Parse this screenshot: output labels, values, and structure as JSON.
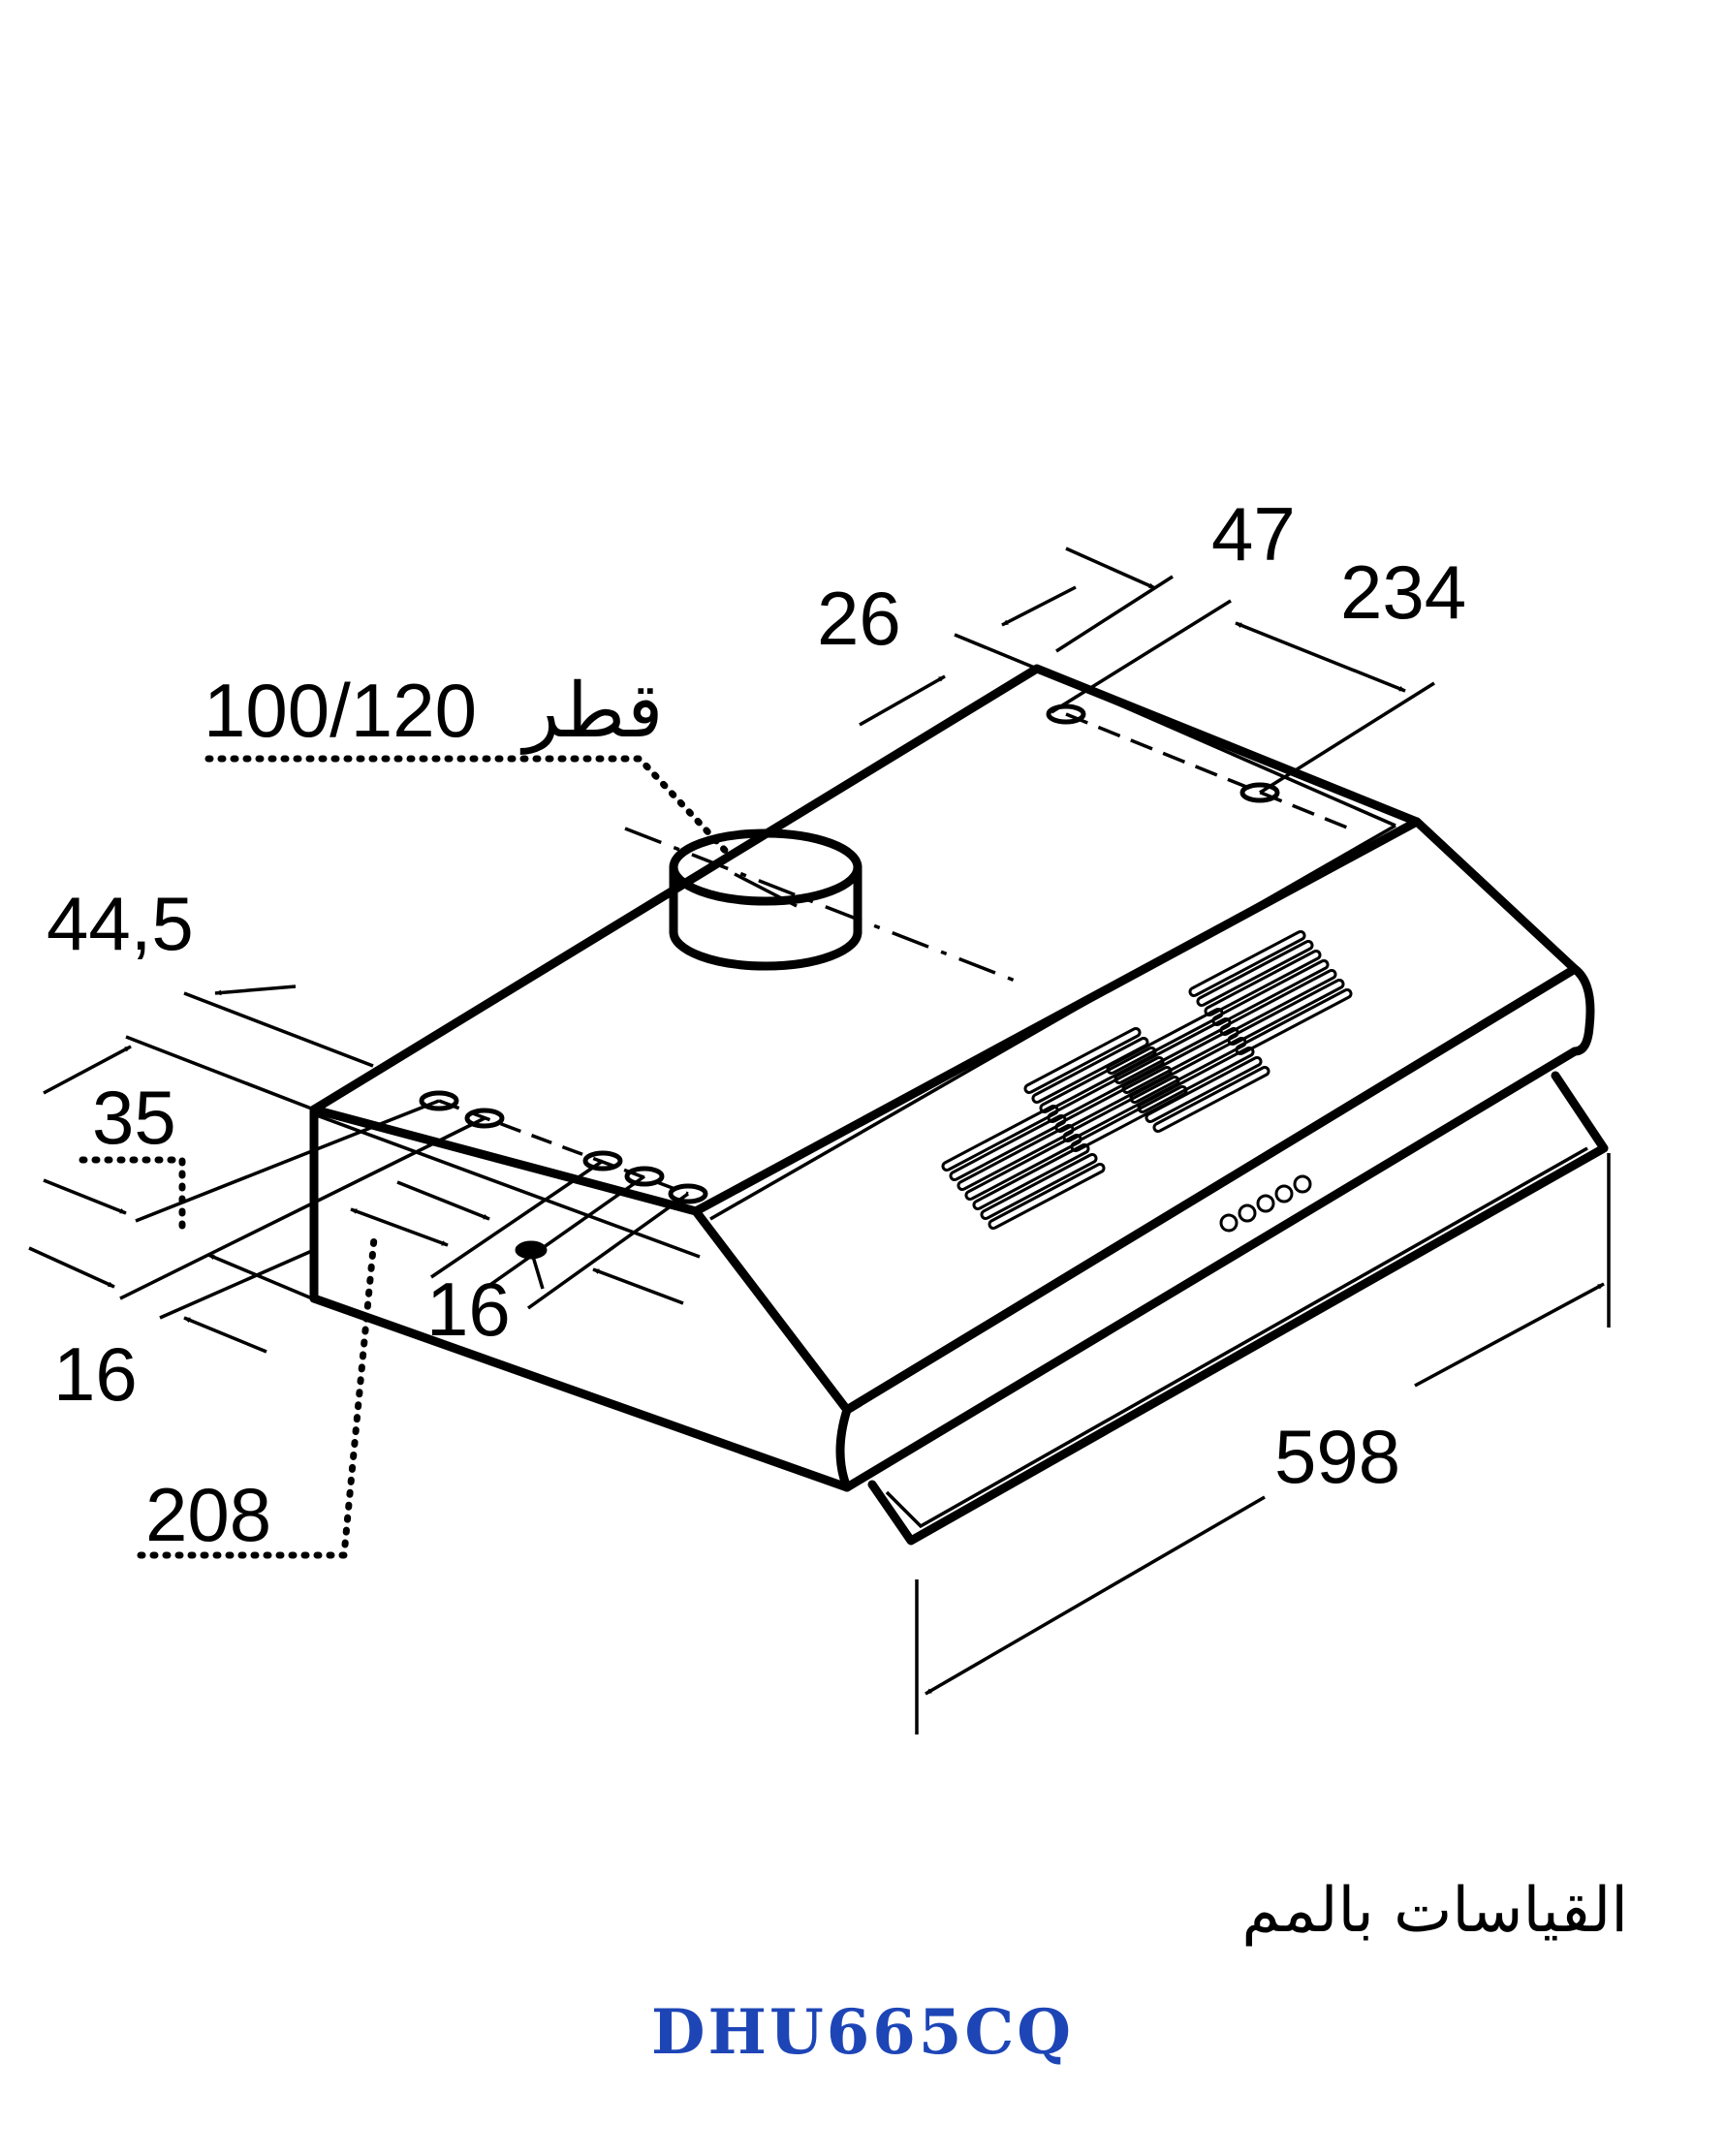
{
  "dimensions": {
    "d47": "47",
    "d234": "234",
    "d26": "26",
    "diameter_word": "قطر",
    "diameter_value": "100/120",
    "d44_5": "44,5",
    "d35": "35",
    "d16_left": "16",
    "d16_front": "16",
    "d208": "208",
    "d598": "598"
  },
  "footer": {
    "units_note": "القياسات بالمم",
    "model": "DHU665CQ"
  },
  "colors": {
    "model_text": "#1d45b6",
    "lines": "#000000"
  }
}
